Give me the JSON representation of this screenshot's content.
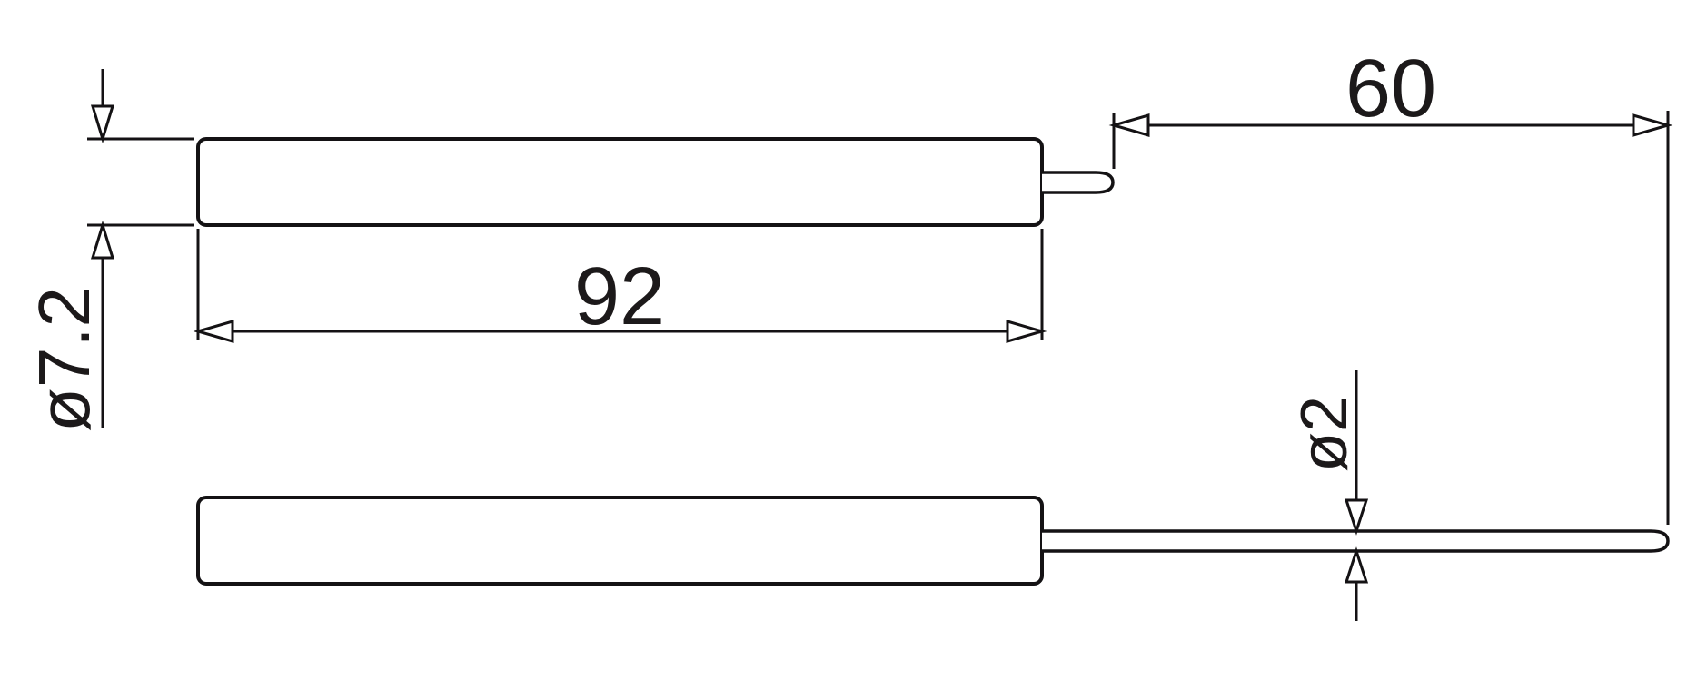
{
  "drawing": {
    "colors": {
      "background": "#ffffff",
      "line": "#141214",
      "text": "#1c191a"
    },
    "labels": {
      "body_length": "92",
      "body_diameter": "ø7.2",
      "rod_length": "60",
      "rod_diameter": "ø2"
    },
    "dimensions_mm": {
      "body_length": 92,
      "body_diameter": 7.2,
      "rod_length": 60,
      "rod_diameter": 2
    }
  }
}
